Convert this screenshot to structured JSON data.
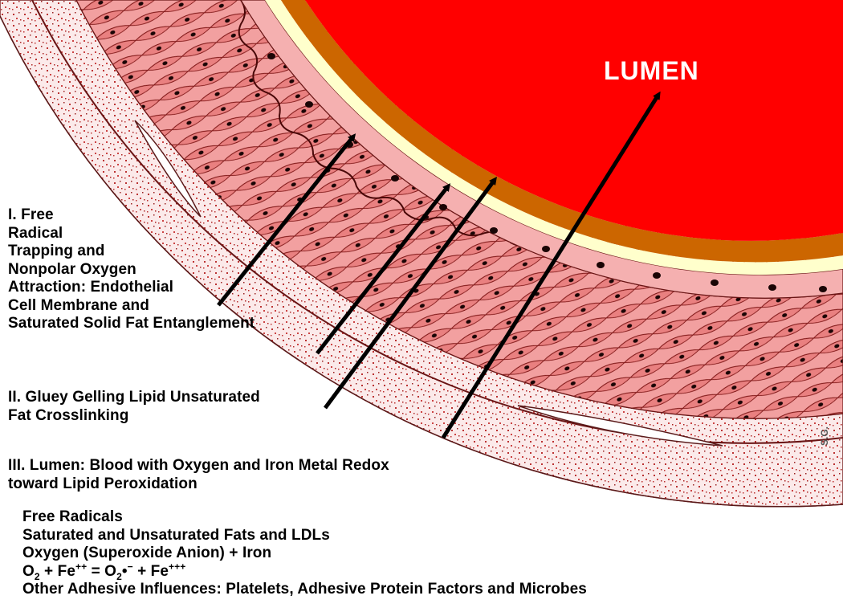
{
  "labels": {
    "lumen": "LUMEN",
    "signature": "S.G.",
    "section1": [
      "I. Free",
      "Radical",
      "Trapping and",
      "Nonpolar Oxygen",
      "Attraction: Endothelial",
      "Cell Membrane and",
      "Saturated Solid Fat Entanglement"
    ],
    "section2": [
      "II. Gluey Gelling Lipid Unsaturated",
      "Fat Crosslinking"
    ],
    "section3": [
      "III. Lumen: Blood with Oxygen and Iron Metal Redox",
      "toward Lipid Peroxidation"
    ]
  },
  "legend": {
    "line1": "Free Radicals",
    "line2": "Saturated and Unsaturated Fats and LDLs",
    "line3": "Oxygen (Superoxide Anion) + Iron",
    "equation": {
      "o2_left": "O",
      "o2_left_sub": "2",
      "plus1": " + Fe",
      "fe_left_sup": "++",
      "equals": " =  O",
      "o2_right_sub": "2",
      "radical": "•",
      "radical_sup": "−",
      "plus2": " + Fe",
      "fe_right_sup": "+++"
    },
    "line5": "Other Adhesive Influences: Platelets, Adhesive Protein Factors and Microbes"
  },
  "colors": {
    "lumen": "#ff0000",
    "inner_brown": "#cc6600",
    "inner_cream": "#ffffcc",
    "muscle_pink": "#f39a9a",
    "muscle_dark": "#8b1c1c",
    "adventitia": "#fbe7e7",
    "arrow": "#000000"
  }
}
